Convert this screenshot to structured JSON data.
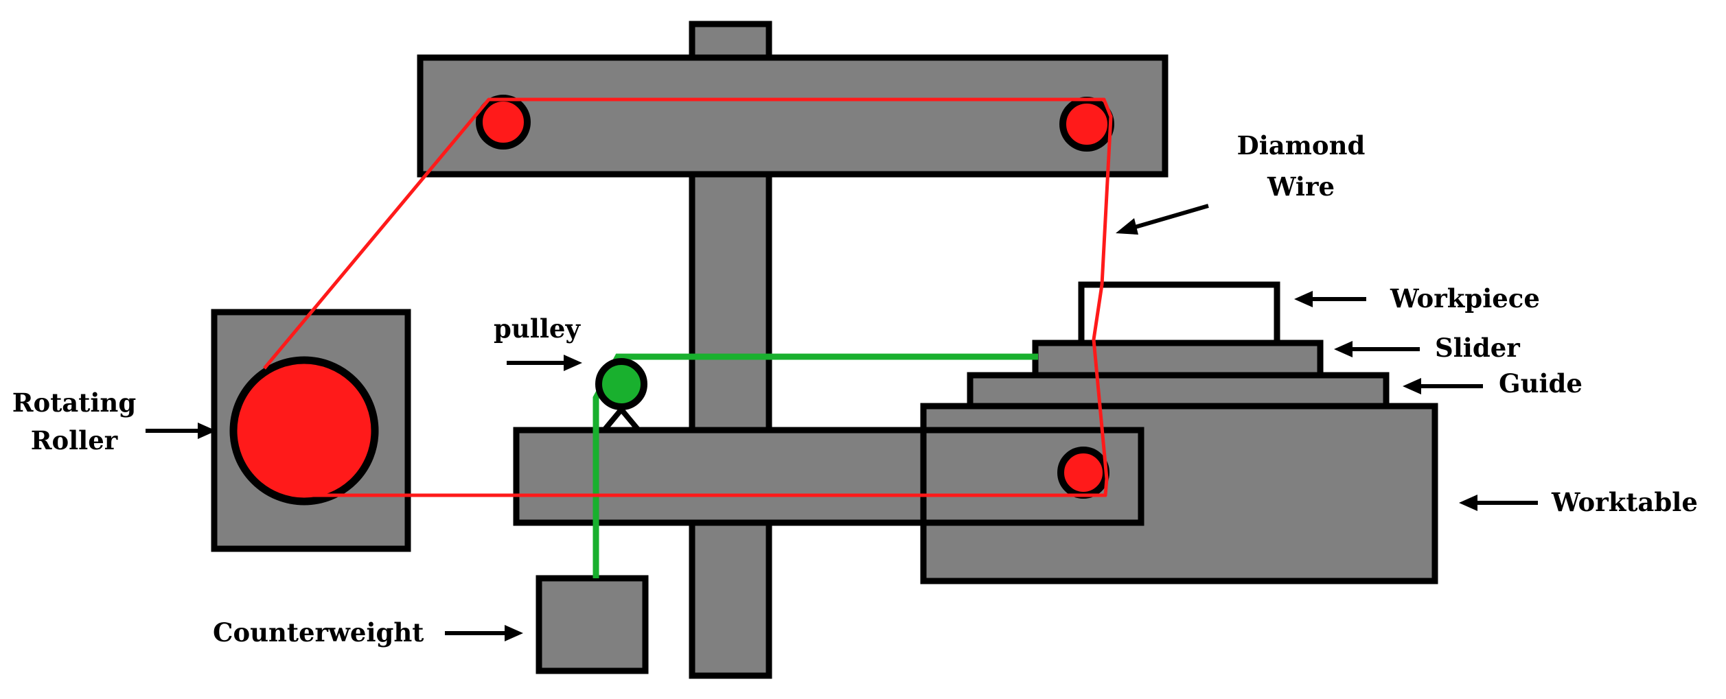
{
  "labels": {
    "diamond_wire_line1": "Diamond",
    "diamond_wire_line2": "Wire",
    "workpiece": "Workpiece",
    "slider": "Slider",
    "guide": "Guide",
    "worktable": "Worktable",
    "pulley": "pulley",
    "rotating_roller_line1": "Rotating",
    "rotating_roller_line2": "Roller",
    "counterweight": "Counterweight"
  },
  "colors": {
    "body": "#808080",
    "outline": "#000000",
    "wire": "#ff1a1a",
    "cord": "#19b02e",
    "workpiece": "#ffffff",
    "background": "#ffffff"
  }
}
